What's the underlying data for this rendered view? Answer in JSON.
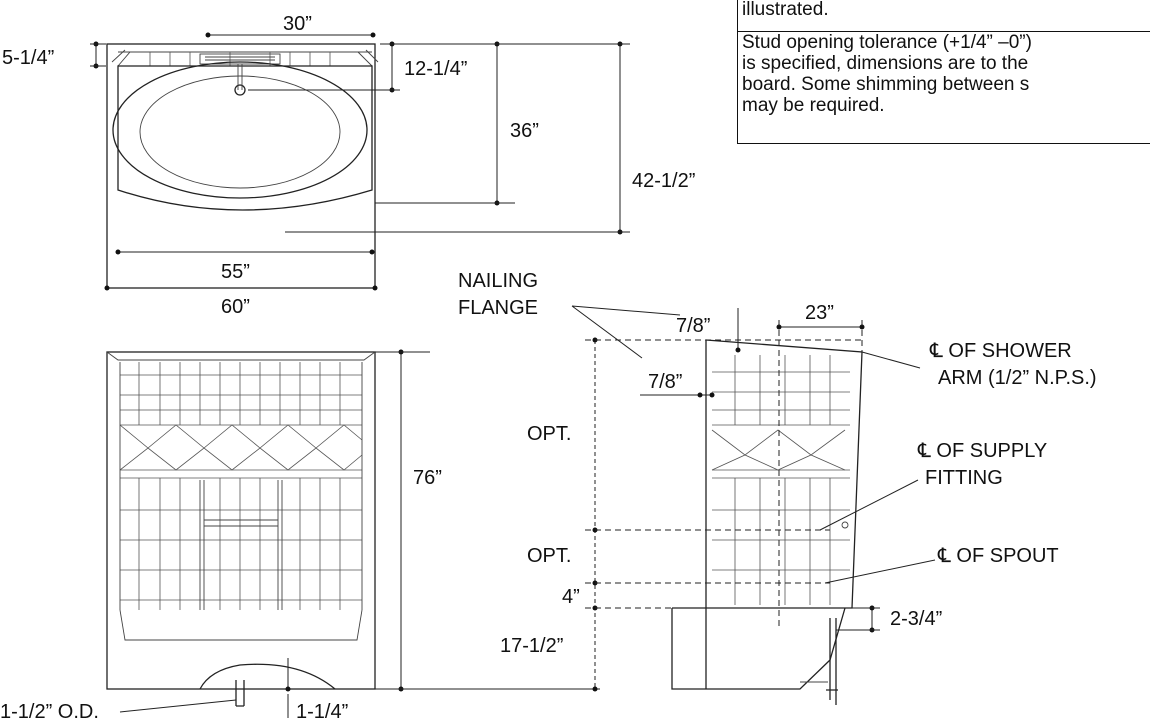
{
  "note": {
    "line0": "illustrated.",
    "line1": "Stud opening tolerance (+1/4” –0”)",
    "line2": "is specified, dimensions are to the",
    "line3": "board. Some shimming between s",
    "line4": "may be required."
  },
  "top_view": {
    "width_spout": "30”",
    "left_height": "5-1/4”",
    "spout_offset": "12-1/4”",
    "inner_depth": "36”",
    "outer_depth": "42-1/2”",
    "inner_width": "55”",
    "outer_width": "60”"
  },
  "front_view": {
    "height": "76”",
    "drain_od": "1-1/2” O.D.",
    "drain_offset": "1-1/4”"
  },
  "side_view": {
    "nailing_flange_1": "NAILING",
    "nailing_flange_2": "FLANGE",
    "flange_top": "7/8”",
    "flange_side": "7/8”",
    "shelf_width": "23”",
    "cl_shower_arm_1": "℄ OF SHOWER",
    "cl_shower_arm_2": "ARM (1/2” N.P.S.)",
    "cl_supply_1": "℄ OF SUPPLY",
    "cl_supply_2": "FITTING",
    "cl_spout": "℄ OF SPOUT",
    "opt_upper": "OPT.",
    "opt_lower": "OPT.",
    "spout_gap": "4”",
    "rim_height": "17-1/2”",
    "spout_drop": "2-3/4”"
  }
}
